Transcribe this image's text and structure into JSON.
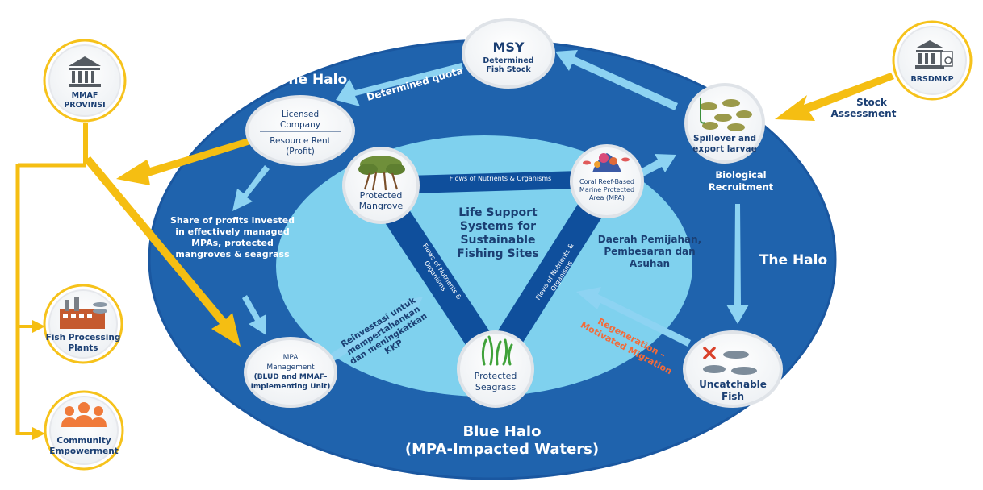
{
  "colors": {
    "outer_halo": "#1f63ad",
    "outer_halo_edge": "#17539a",
    "inner_zone": "#7fd1ee",
    "triangle_band": "#0f4f9c",
    "light_arrow": "#8dd3f2",
    "gold": "#f5be12",
    "gold_ring": "#f6c21b",
    "orange_text": "#f26b3a",
    "node_fill": "#ffffff",
    "node_ring": "#dfe3e8"
  },
  "halo": {
    "top_label": "The Halo",
    "right_label": "The Halo",
    "bottom_title": "Blue Halo",
    "bottom_subtitle": "(MPA-Impacted Waters)"
  },
  "center": {
    "line1": "Life Support",
    "line2": "Systems for",
    "line3": "Sustainable",
    "line4": "Fishing Sites"
  },
  "triangle": {
    "top_flow": "Flows of Nutrients & Organisms",
    "left_flow_1": "Flows of Nutrients &",
    "left_flow_2": "Organisms",
    "right_flow_1": "Flows of Nutrients &",
    "right_flow_2": "Organisms"
  },
  "nodes": {
    "msy": {
      "title": "MSY",
      "line1": "Determined",
      "line2": "Fish Stock"
    },
    "licensed": {
      "line1": "Licensed",
      "line2": "Company",
      "line3": "Resource Rent",
      "line4": "(Profit)"
    },
    "spillover": {
      "line1": "Spillover and",
      "line2": "export larvae"
    },
    "mangrove": {
      "line1": "Protected",
      "line2": "Mangrove",
      "icon": "mangrove-tree-icon"
    },
    "coral": {
      "line1": "Coral Reef-Based",
      "line2": "Marine Protected",
      "line3": "Area (MPA)",
      "icon": "coral-reef-icon"
    },
    "seagrass": {
      "line1": "Protected",
      "line2": "Seagrass",
      "icon": "seagrass-icon"
    },
    "mpa_mgmt": {
      "line1": "MPA",
      "line2": "Management",
      "line3": "(BLUD and  MMAF-",
      "line4": "Implementing Unit)"
    },
    "uncatchable": {
      "line1": "Uncatchable",
      "line2": "Fish",
      "icon": "fish-cross-icon"
    }
  },
  "labels": {
    "determined_quota": "Determined quota",
    "biological_1": "Biological",
    "biological_2": "Recruitment",
    "share_1": "Share of profits invested",
    "share_2": "in effectively managed",
    "share_3": "MPAs, protected",
    "share_4": "mangroves & seagrass",
    "daerah_1": "Daerah Pemijahan,",
    "daerah_2": "Pembesaran dan",
    "daerah_3": "Asuhan",
    "reinvest_1": "Reinvestasi untuk",
    "reinvest_2": "mempertahankan",
    "reinvest_3": "dan meningkatkan",
    "reinvest_4": "KKP",
    "regen_1": "Regeneration –",
    "regen_2": "Motivated Migration",
    "stock_1": "Stock",
    "stock_2": "Assessment"
  },
  "external": {
    "mmaf_1": "MMAF",
    "mmaf_2": "PROVINSI",
    "brsdmkp": "BRSDMKP",
    "fish_1": "Fish Processing",
    "fish_2": "Plants",
    "community_1": "Community",
    "community_2": "Empowerment"
  }
}
